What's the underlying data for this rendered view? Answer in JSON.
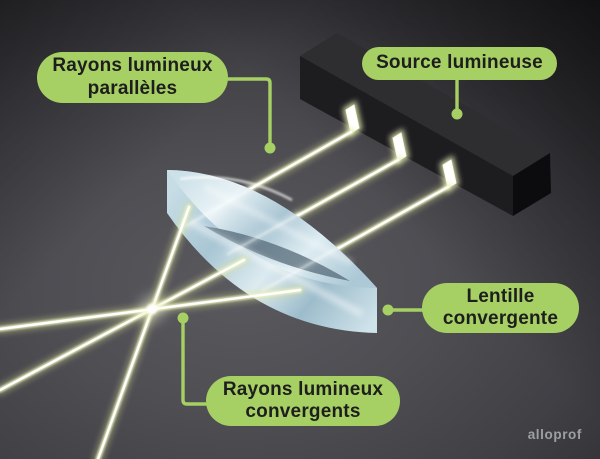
{
  "labels": {
    "parallel_rays": {
      "line1": "Rayons lumineux",
      "line2": "parallèles"
    },
    "light_source": {
      "text": "Source lumineuse"
    },
    "lens": {
      "line1": "Lentille",
      "line2": "convergente"
    },
    "convergent_rays": {
      "line1": "Rayons lumineux",
      "line2": "convergents"
    }
  },
  "watermark": {
    "text": "alloprof"
  },
  "colors": {
    "label_background": "#a6d064",
    "label_text": "#1e1e1e",
    "connector_green": "#a6d064",
    "ray_core_white": "#ffffff",
    "ray_glow_yellow": "#eef2c4",
    "lens_blue_light": "#cfe3ea",
    "lens_blue_mid": "#a9c6d4",
    "lens_shadow_steel": "#5a6e7c",
    "box_top": "#2e2e31",
    "box_front": "#1d1d20",
    "box_end": "#0c0c0e",
    "background_center": "#59595e",
    "background_edge": "#151518",
    "watermark_gray": "#9da0a2"
  }
}
